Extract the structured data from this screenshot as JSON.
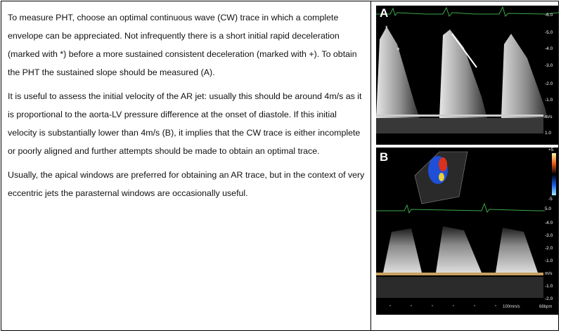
{
  "text": {
    "p1": "To measure PHT, choose an optimal continuous wave (CW) trace in which a complete envelope can be appreciated.  Not infrequently there is a short initial rapid deceleration (marked with *) before a more sustained consistent deceleration (marked with +). To obtain the PHT the sustained slope should be measured (A).",
    "p2": "It is useful to assess the initial velocity of the AR jet: usually this should be around 4m/s as it is proportional to the aorta-LV pressure difference at the onset of diastole. If this initial velocity is substantially lower than 4m/s (B), it implies that the CW trace is either incomplete or poorly aligned and further attempts should be made to obtain an optimal trace.",
    "p3": "Usually, the apical windows are preferred for obtaining an AR trace, but in the context of very eccentric jets the parasternal windows are occasionally useful."
  },
  "panel_a": {
    "label": "A",
    "star_marker": "*",
    "plus_marker": "+",
    "scale": [
      "-6.0",
      "-5.0",
      "-4.0",
      "-3.0",
      "-2.0",
      "-1.0",
      "m/s",
      "1.0"
    ]
  },
  "panel_b": {
    "label": "B",
    "colorbar_top": "+5",
    "colorbar_bottom": "-5",
    "scale": [
      "5.0",
      "-4.0",
      "-3.0",
      "-2.0",
      "-1.0",
      "m/s",
      "-1.0",
      "-2.0"
    ],
    "sweep_speed": "100mm/s",
    "heart_rate": "68bpm"
  },
  "colors": {
    "background": "#000000",
    "trace": "#e8e8e8",
    "ecg": "#3aa84a",
    "baseline": "#c8a060"
  }
}
